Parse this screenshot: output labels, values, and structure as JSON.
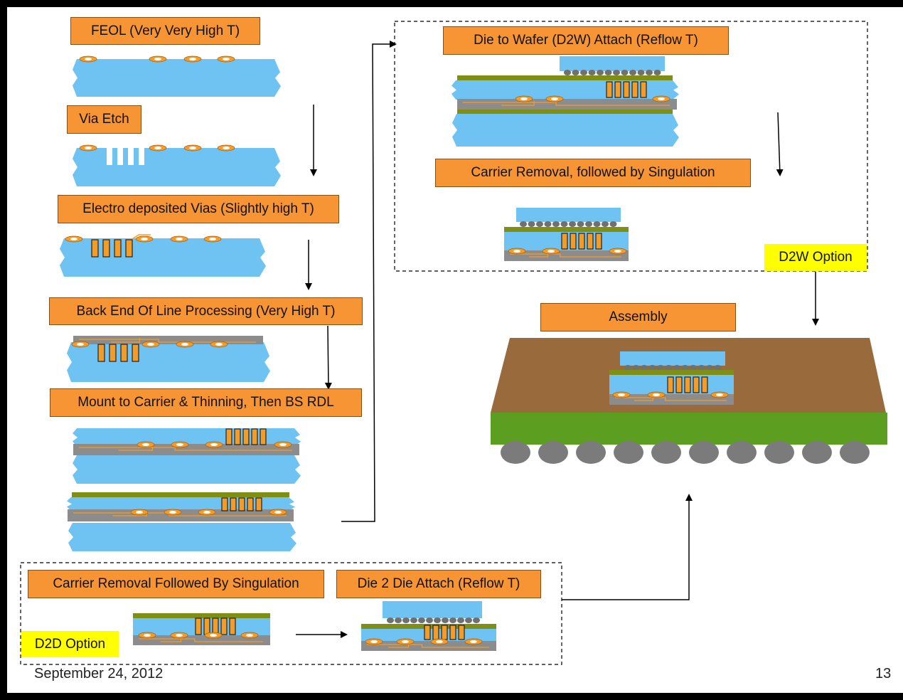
{
  "steps": {
    "feol": "FEOL (Very Very High T)",
    "via_etch": "Via Etch",
    "electro_vias": "Electro deposited Vias (Slightly high T)",
    "beol": "Back End Of Line Processing (Very High T)",
    "mount_carrier": "Mount to Carrier & Thinning, Then BS RDL",
    "d2w_attach": "Die to Wafer (D2W) Attach (Reflow T)",
    "carrier_removal_d2w": "Carrier Removal,  followed by Singulation",
    "assembly": "Assembly",
    "carrier_removal_d2d": "Carrier Removal Followed By Singulation",
    "d2d_attach": "Die 2 Die Attach (Reflow T)"
  },
  "options": {
    "d2w": "D2W Option",
    "d2d": "D2D Option"
  },
  "footer": {
    "date": "September 24, 2012",
    "page_number": "13"
  },
  "colors": {
    "label_fill": "#f79433",
    "silicon": "#6ec3f2",
    "beol_layer": "#8c8c8c",
    "via": "#f29d2a",
    "adhesive": "#7f8f13",
    "substrate": "#986a3c",
    "pcb": "#5c9e1f",
    "solder_ball": "#7b7b7b",
    "option_tag": "#ffff00"
  }
}
